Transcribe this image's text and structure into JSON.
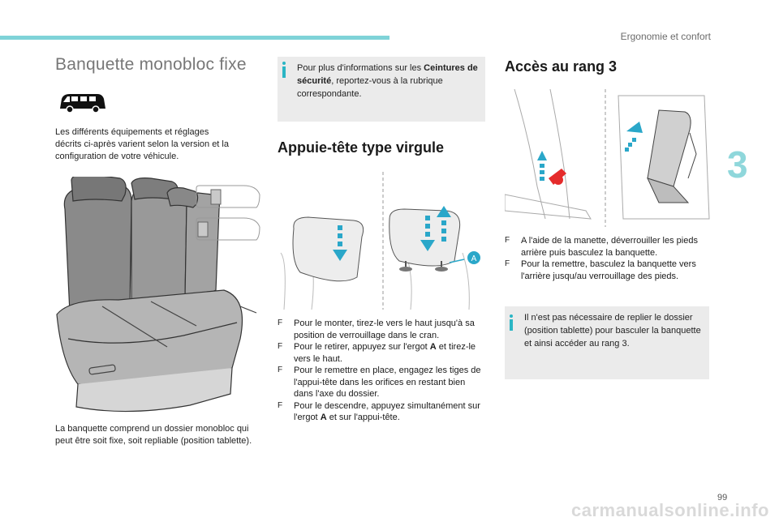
{
  "header": {
    "section_title": "Ergonomie et confort"
  },
  "chapter_number": "3",
  "page_number": "99",
  "col1": {
    "title": "Banquette monobloc fixe",
    "intro": "Les différents équipements et réglages décrits ci-après varient selon la version et la configuration de votre véhicule.",
    "caption": "La banquette comprend un dossier monobloc qui peut être soit fixe, soit repliable (position tablette)."
  },
  "col2": {
    "info_text_pre": "Pour plus d'informations sur les ",
    "info_text_bold": "Ceintures de sécurité",
    "info_text_post": ", reportez-vous à la rubrique correspondante.",
    "title": "Appuie-tête type virgule",
    "figure_label": "A",
    "bullets": [
      {
        "marker": "F",
        "pre": "Pour le monter, tirez-le vers le haut jusqu'à sa position de verrouillage dans le cran.",
        "bold": "",
        "post": ""
      },
      {
        "marker": "F",
        "pre": "Pour le retirer, appuyez sur l'ergot ",
        "bold": "A",
        "post": " et tirez-le vers le haut."
      },
      {
        "marker": "F",
        "pre": "Pour le remettre en place, engagez les tiges de l'appui-tête dans les orifices en restant bien dans l'axe du dossier.",
        "bold": "",
        "post": ""
      },
      {
        "marker": "F",
        "pre": "Pour le descendre, appuyez simultanément sur l'ergot ",
        "bold": "A",
        "post": " et sur l'appui-tête."
      }
    ]
  },
  "col3": {
    "title": "Accès au rang 3",
    "bullets": [
      {
        "marker": "F",
        "text": "A l'aide de la manette, déverrouiller les pieds arrière puis basculez la banquette."
      },
      {
        "marker": "F",
        "text": "Pour la remettre, basculez la banquette vers l'arrière jusqu/au verrouillage des pieds."
      }
    ],
    "info_text": "Il n'est pas nécessaire de replier le dossier (position tablette) pour basculer la banquette et ainsi accéder au rang 3."
  },
  "watermark": "carmanualsonline.info",
  "colors": {
    "accent": "#7fd3d8",
    "info_icon": "#2ab5c4",
    "arrow": "#2aa7c9",
    "box": "#ebebeb",
    "lever": "#e52b2b"
  }
}
